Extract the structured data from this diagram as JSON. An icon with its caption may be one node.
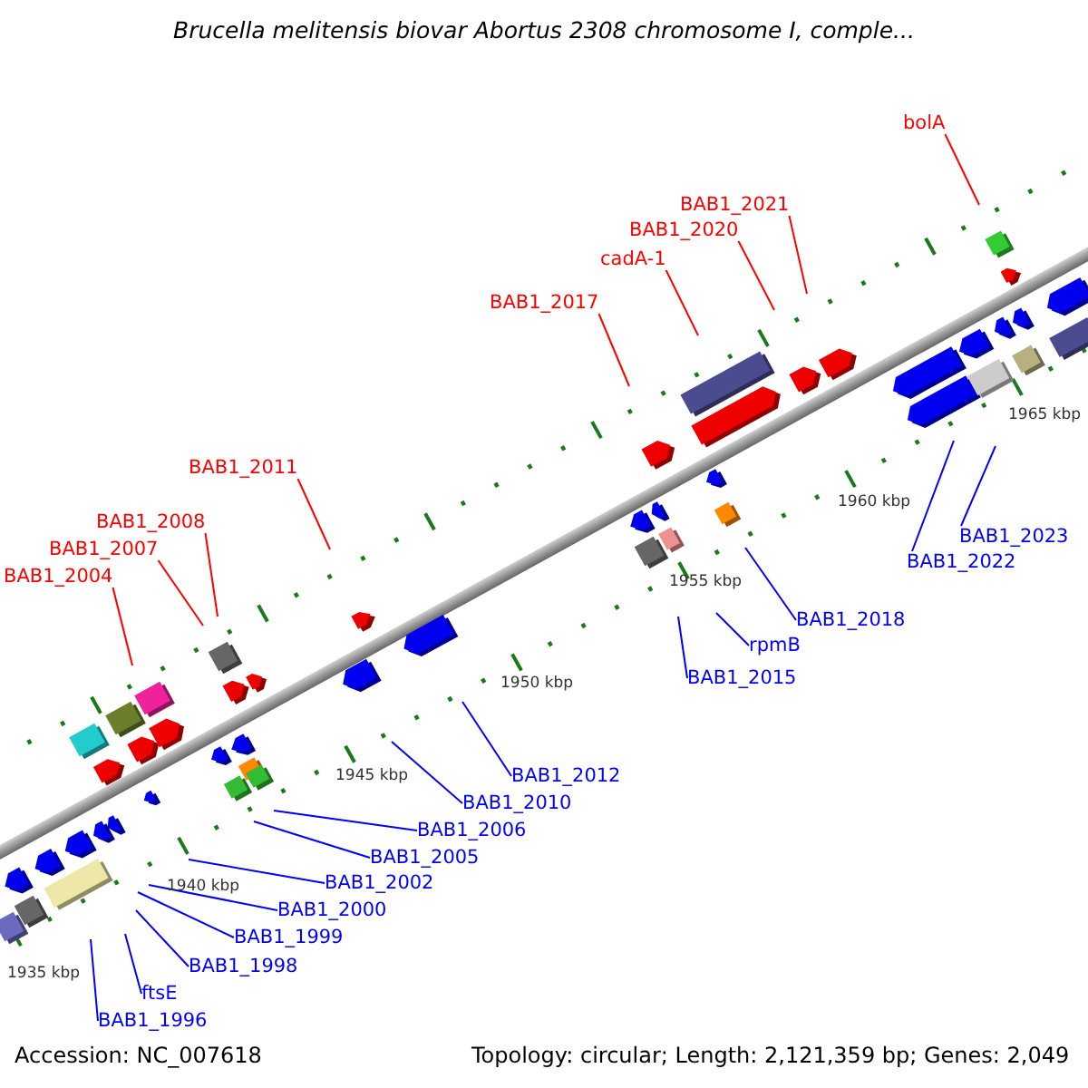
{
  "diagram": {
    "title": "Brucella melitensis biovar Abortus 2308 chromosome I, comple...",
    "nodes": [
      {
        "text": [
          "bolA"
        ]
      },
      {
        "text": [
          "BAB1_2021"
        ]
      },
      {
        "text": [
          "BAB1_2020"
        ]
      },
      {
        "text": [
          "cadA-1"
        ]
      },
      {
        "text": [
          "BAB1_2017"
        ]
      },
      {
        "text": [
          "BAB1_2011"
        ]
      },
      {
        "text": [
          "BAB1_2008"
        ]
      },
      {
        "text": [
          "BAB1_2007"
        ]
      },
      {
        "text": [
          "BAB1_2004"
        ]
      },
      {
        "text": [
          "BAB1_2023"
        ]
      },
      {
        "text": [
          "BAB1_2022"
        ]
      },
      {
        "text": [
          "BAB1_2018"
        ]
      },
      {
        "text": [
          "rpmB"
        ]
      },
      {
        "text": [
          "BAB1_2015"
        ]
      },
      {
        "text": [
          "BAB1_2012"
        ]
      },
      {
        "text": [
          "BAB1_2010"
        ]
      },
      {
        "text": [
          "BAB1_2006"
        ]
      },
      {
        "text": [
          "BAB1_2005"
        ]
      },
      {
        "text": [
          "BAB1_2002"
        ]
      },
      {
        "text": [
          "BAB1_2000"
        ]
      },
      {
        "text": [
          "BAB1_1999"
        ]
      },
      {
        "text": [
          "BAB1_1998"
        ]
      },
      {
        "text": [
          "ftsE"
        ]
      },
      {
        "text": [
          "BAB1_1996"
        ]
      }
    ],
    "edges": [
      {
        "from": 0,
        "to": null,
        "arrow": "none",
        "color": "#ff0000"
      },
      {
        "from": 1,
        "to": null,
        "arrow": "none",
        "color": "#ff0000"
      },
      {
        "from": 2,
        "to": null,
        "arrow": "none",
        "color": "#ff0000"
      },
      {
        "from": 3,
        "to": null,
        "arrow": "none",
        "color": "#ff0000"
      },
      {
        "from": 4,
        "to": null,
        "arrow": "none",
        "color": "#ff0000"
      },
      {
        "from": 5,
        "to": null,
        "arrow": "none",
        "color": "#ff0000"
      },
      {
        "from": 6,
        "to": null,
        "arrow": "none",
        "color": "#ff0000"
      },
      {
        "from": 7,
        "to": null,
        "arrow": "none",
        "color": "#ff0000"
      },
      {
        "from": 8,
        "to": null,
        "arrow": "none",
        "color": "#ff0000"
      },
      {
        "from": 9,
        "to": null,
        "arrow": "none"
      },
      {
        "from": 10,
        "to": null,
        "arrow": "none"
      },
      {
        "from": 11,
        "to": null,
        "arrow": "none"
      },
      {
        "from": 12,
        "to": null,
        "arrow": "none"
      },
      {
        "from": 13,
        "to": null,
        "arrow": "none"
      },
      {
        "from": 14,
        "to": null,
        "arrow": "none"
      },
      {
        "from": 15,
        "to": null,
        "arrow": "none"
      },
      {
        "from": 16,
        "to": null,
        "arrow": "none"
      },
      {
        "from": 17,
        "to": null,
        "arrow": "none"
      },
      {
        "from": 18,
        "to": null,
        "arrow": "none"
      },
      {
        "from": 19,
        "to": null,
        "arrow": "none"
      },
      {
        "from": 20,
        "to": null,
        "arrow": "none"
      },
      {
        "from": 21,
        "to": null,
        "arrow": "none"
      },
      {
        "from": 22,
        "to": null,
        "arrow": "none"
      },
      {
        "from": 23,
        "to": null,
        "arrow": "none"
      }
    ],
    "labels": [
      "1965 kbp",
      "1960 kbp",
      "1955 kbp",
      "1950 kbp",
      "1945 kbp",
      "1940 kbp",
      "1935 kbp",
      "Accession: NC_007618",
      "Topology: circular; Length: 2,121,359 bp; Genes: 2,049"
    ]
  }
}
